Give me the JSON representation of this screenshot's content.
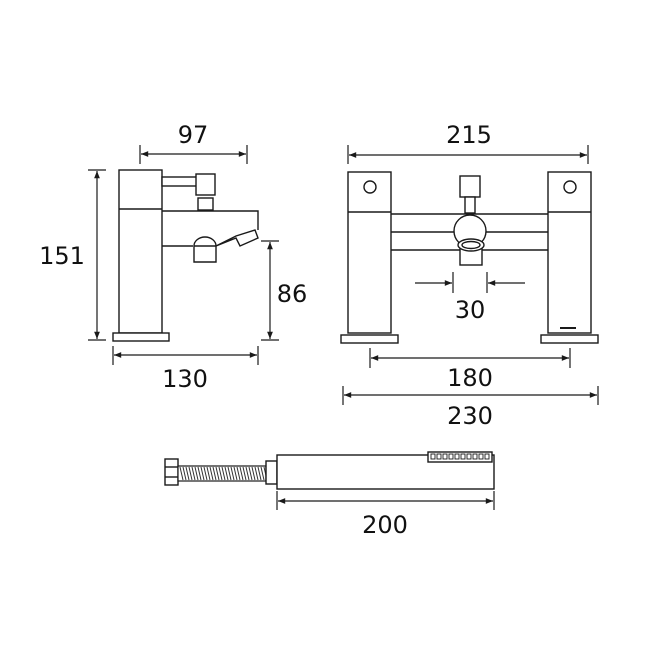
{
  "dimensions": {
    "side_depth": "97",
    "side_height": "151",
    "spout_height": "86",
    "side_base": "130",
    "front_handles": "215",
    "spout_outlet": "30",
    "centres": "180",
    "overall_width": "230",
    "handset_length": "200"
  },
  "colors": {
    "line": "#1a1a1a",
    "background": "#ffffff"
  }
}
